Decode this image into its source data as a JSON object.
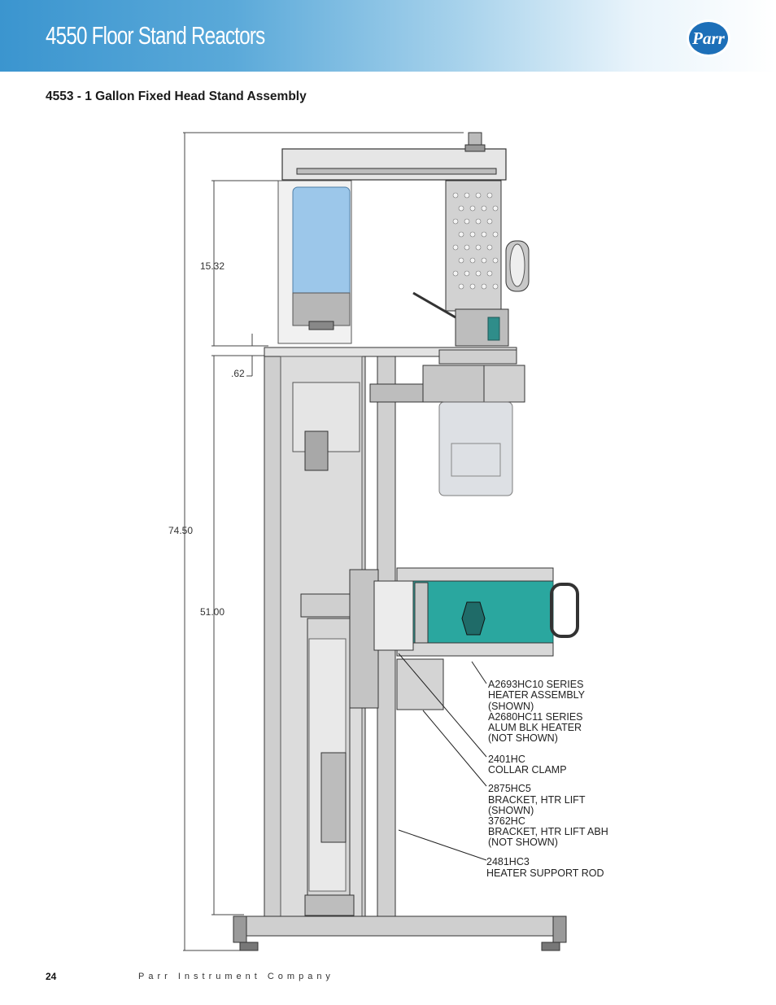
{
  "header": {
    "title": "4550 Floor Stand Reactors",
    "logo_text": "Parr"
  },
  "section": {
    "title": "4553 - 1 Gallon Fixed Head Stand Assembly"
  },
  "dimensions": {
    "d1": "15.32",
    "d2": ".62",
    "d3": "74.50",
    "d4": "51.00"
  },
  "callouts": [
    {
      "lines": [
        "A2693HC10 SERIES",
        "HEATER ASSEMBLY",
        "(SHOWN)",
        "A2680HC11 SERIES",
        "ALUM BLK HEATER",
        "(NOT SHOWN)"
      ]
    },
    {
      "lines": [
        "2401HC",
        "COLLAR CLAMP"
      ]
    },
    {
      "lines": [
        "2875HC5",
        "BRACKET, HTR LIFT",
        "(SHOWN)",
        "3762HC",
        "BRACKET, HTR LIFT ABH",
        "(NOT SHOWN)"
      ]
    },
    {
      "lines": [
        "2481HC3",
        "HEATER SUPPORT ROD"
      ]
    }
  ],
  "footer": {
    "page_number": "24",
    "company": "Parr Instrument Company"
  },
  "colors": {
    "header_blue": "#3b95cf",
    "heater_teal": "#2aa79f",
    "vessel_blue": "#9cc7ea"
  }
}
